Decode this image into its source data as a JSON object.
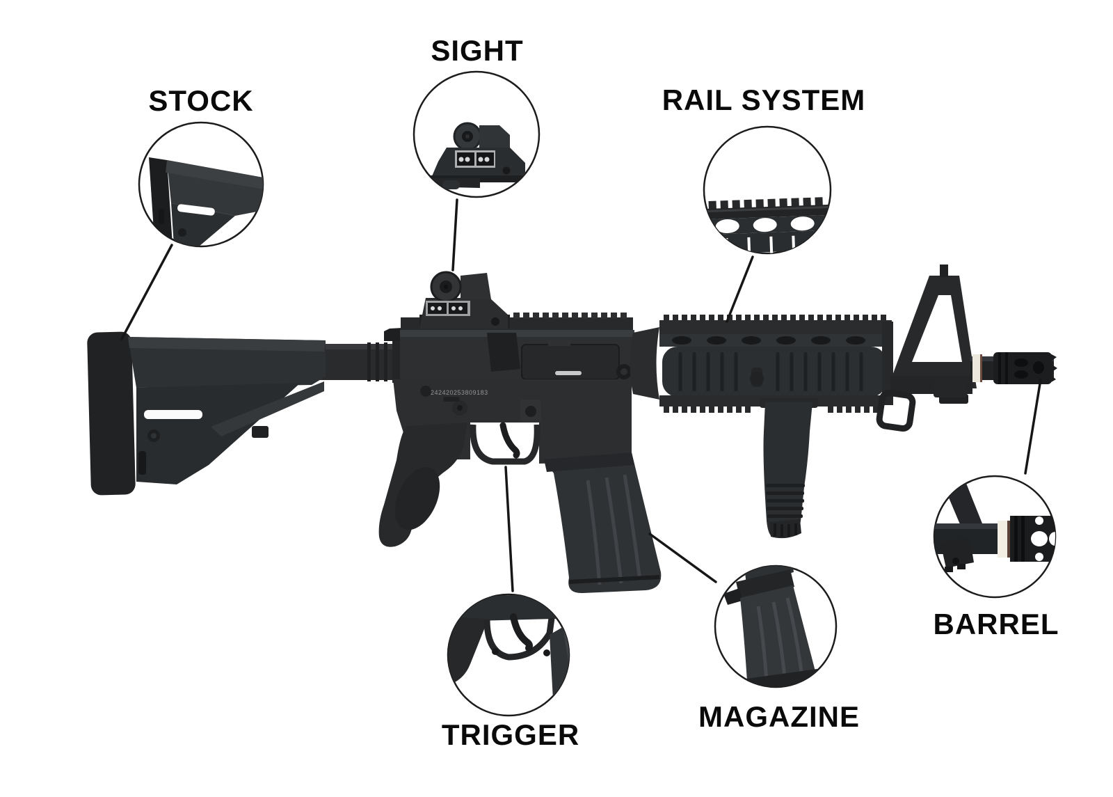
{
  "diagram": {
    "callouts": [
      {
        "id": "stock",
        "label": "STOCK"
      },
      {
        "id": "sight",
        "label": "SIGHT"
      },
      {
        "id": "rail-system",
        "label": "RAIL SYSTEM"
      },
      {
        "id": "trigger",
        "label": "TRIGGER"
      },
      {
        "id": "magazine",
        "label": "MAGAZINE"
      },
      {
        "id": "barrel",
        "label": "BARREL"
      }
    ],
    "receiver_marking": "242420253809183",
    "colors": {
      "background": "#ffffff",
      "label_text": "#0a0a0a",
      "leader_line": "#161616",
      "rifle_dark": "#1b1d1f",
      "rifle_mid": "#2b2e30",
      "rifle_light": "#3a3d40"
    }
  }
}
